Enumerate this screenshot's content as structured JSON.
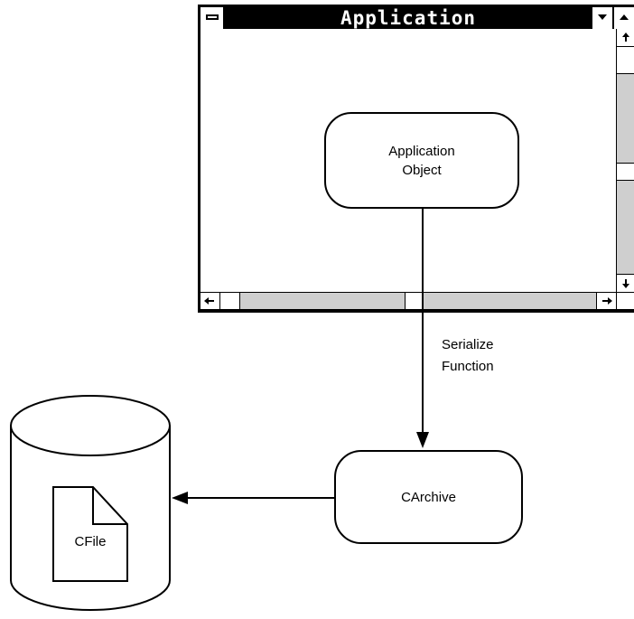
{
  "window": {
    "title": "Application"
  },
  "nodes": {
    "application_object": "Application\nObject",
    "carchive": "CArchive",
    "cfile": "CFile"
  },
  "edges": {
    "serialize_label": "Serialize\nFunction"
  }
}
